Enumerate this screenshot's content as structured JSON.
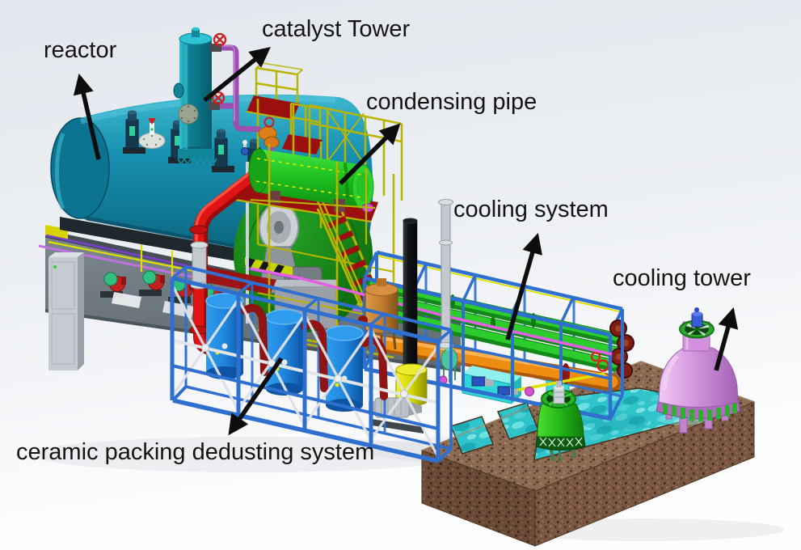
{
  "diagram": {
    "labels": [
      {
        "name": "reactor",
        "text": "reactor"
      },
      {
        "name": "catalyst-tower",
        "text": "catalyst Tower"
      },
      {
        "name": "condensing-pipe",
        "text": "condensing pipe"
      },
      {
        "name": "cooling-system",
        "text": "cooling system"
      },
      {
        "name": "cooling-tower",
        "text": "cooling tower"
      },
      {
        "name": "ceramic-packing-dedusting-system",
        "text": "ceramic packing dedusting system"
      }
    ]
  },
  "palette": {
    "bgTop": "#e3e7ed",
    "bgMid": "#eceff3",
    "bgBottom": "#fdfdfe",
    "labelColor": "#141414",
    "arrowColor": "#0d0d0d",
    "reactorLight": "#39b2cb",
    "reactorMid": "#178fae",
    "reactorDark": "#0a5a74",
    "capTeal": "#0c7390",
    "towerTeal": "#0f8296",
    "towerTealLight": "#2cc3d3",
    "drumGreen": "#137a13",
    "condGreen": "#1fc21f",
    "condGreenDark": "#0f8f12",
    "scaffoldYellow": "#b9b400",
    "platformRed": "#9c0f0f",
    "pipeRed": "#e01414",
    "pipeMaroon": "#8f1414",
    "silverGray": "#c3c9cf",
    "frameBlue": "#2e6fd0",
    "tankBlue": "#1f86dd",
    "tankBlueDark": "#0d55a4",
    "tankBlueTop": "#2f9cee",
    "chimneyDark": "#101214",
    "yellowCyl": "#d6d600",
    "orangePipe": "#ef8c12",
    "brownTank": "#c47c2c",
    "cyanBox": "#2fd8d8",
    "tealTank": "#4cc4a4",
    "greenPipe": "#2ccc2c",
    "greenPipeDark": "#13891a",
    "poolWater": "#2fc3ca",
    "poolWallTop": "#8d6a52",
    "poolWallDark": "#6a4a37",
    "poolWallMid": "#7b5743",
    "towerGreen": "#25bb18",
    "towerGreenDark": "#0b5a10",
    "towerPink": "#d9a0e2",
    "towerPinkDark": "#a360b5",
    "magentaPipe": "#e55fe5",
    "violetPipe": "#7a3fd0",
    "baseGray": "#6e7a80",
    "baseGrayDark": "#454f54",
    "cabinetGray": "#c6cbd1"
  }
}
